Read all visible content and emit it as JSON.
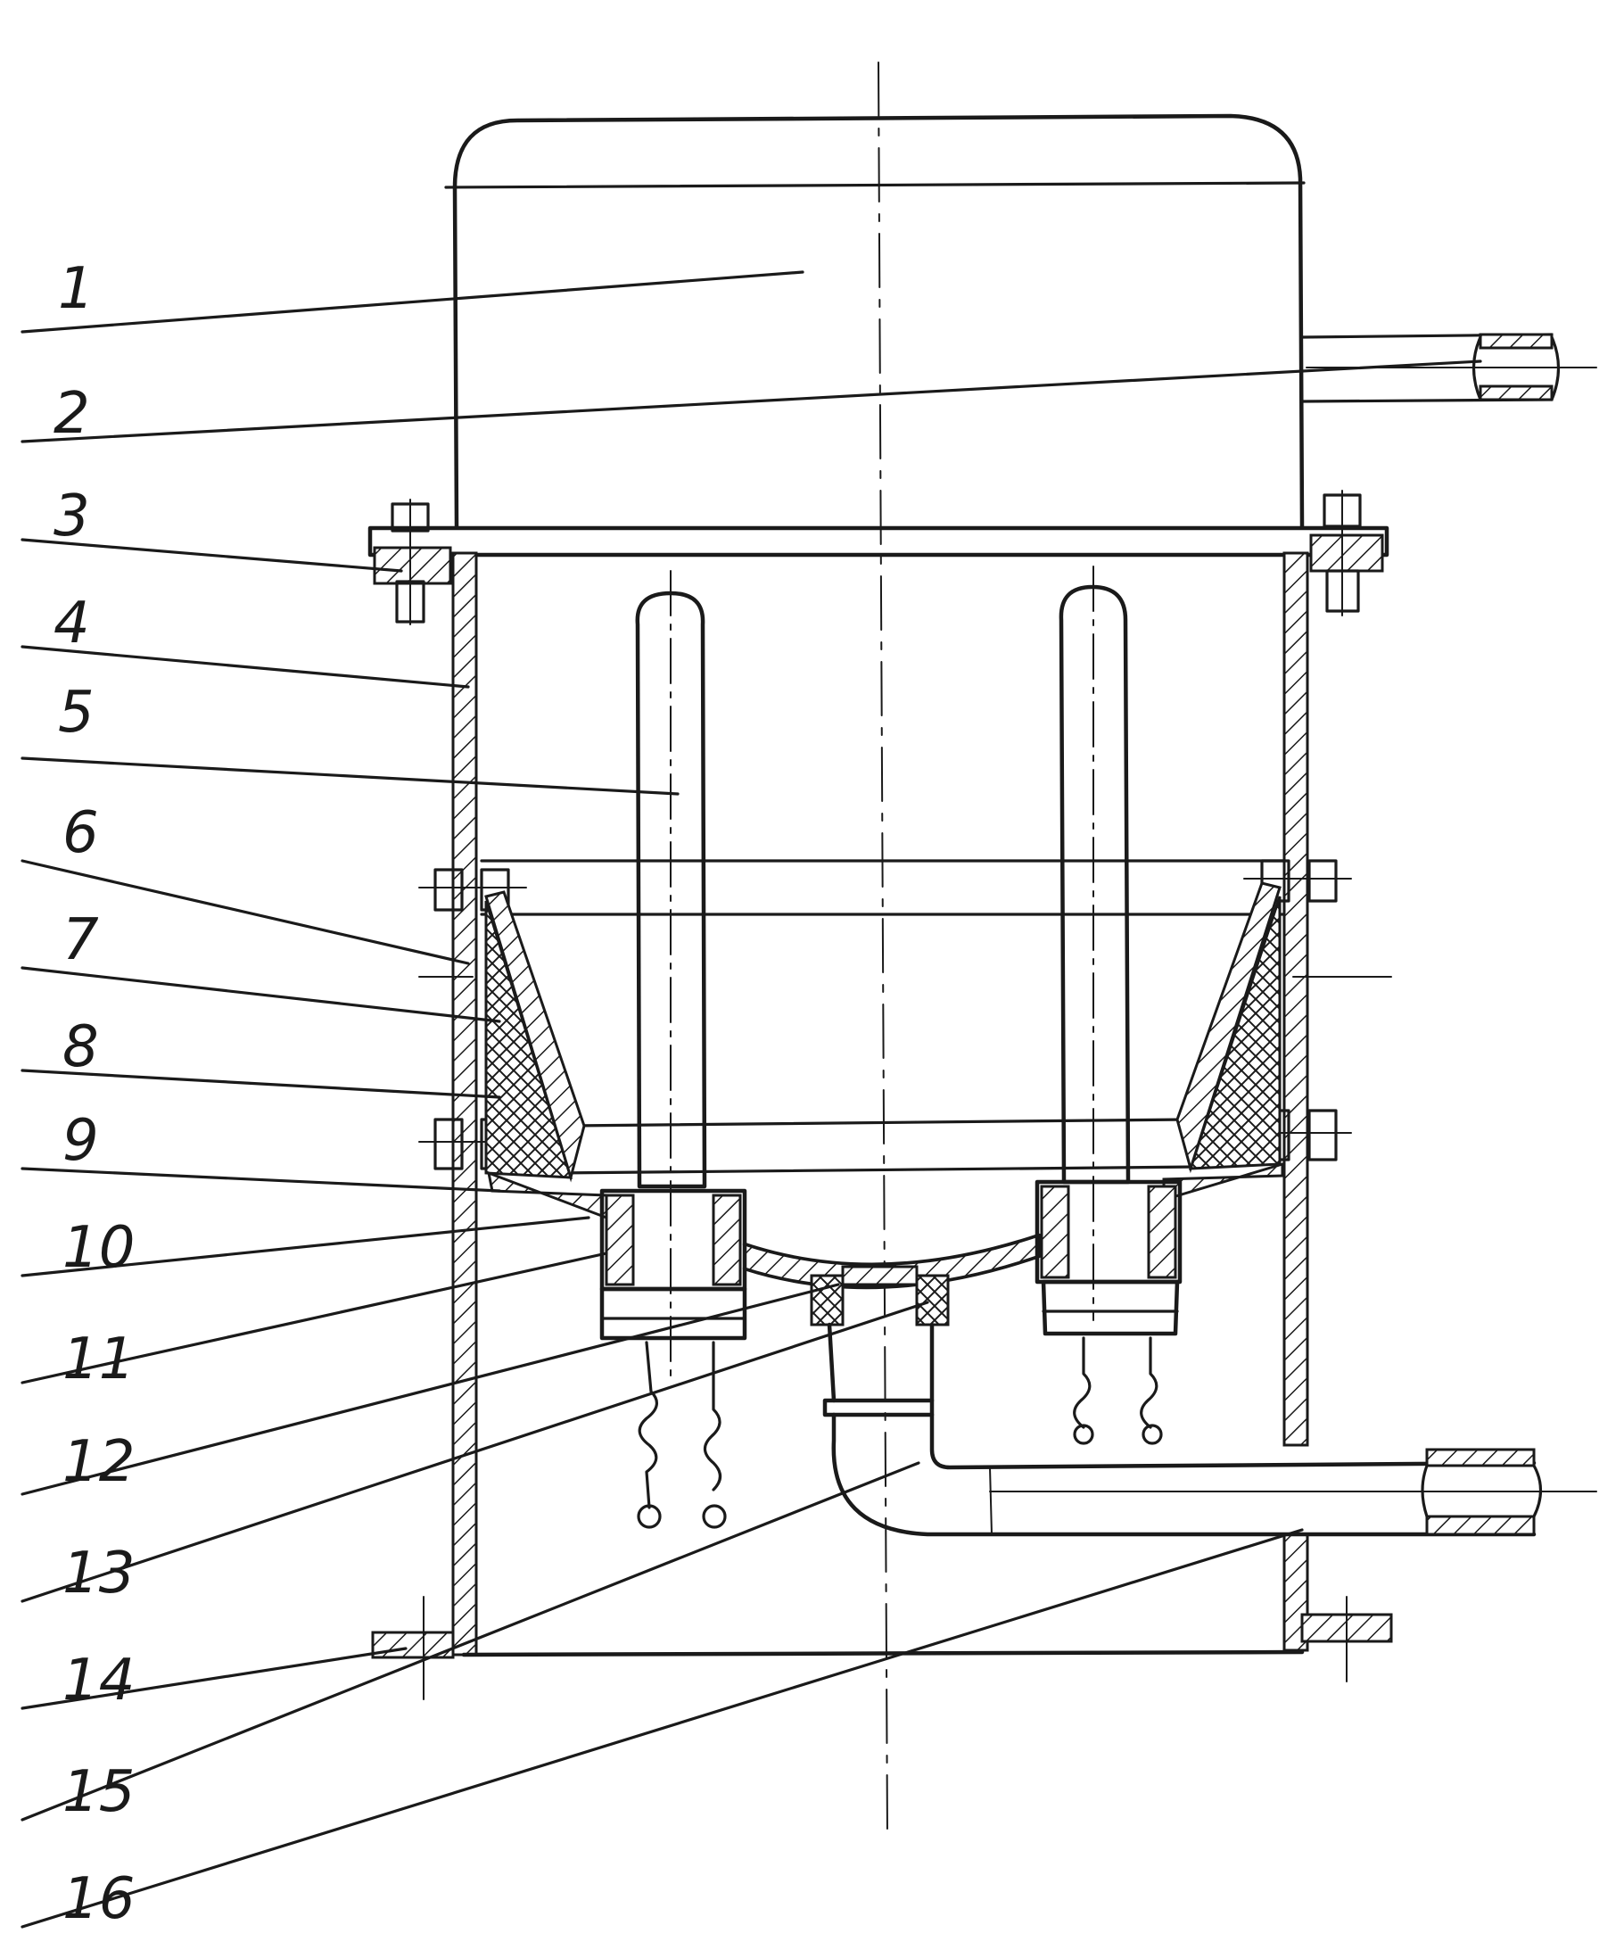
{
  "labels": [
    {
      "id": "1",
      "text": "1",
      "part": "motor"
    },
    {
      "id": "2",
      "text": "2",
      "part": "inlet-pipe"
    },
    {
      "id": "3",
      "text": "3",
      "part": "flange-bolt"
    },
    {
      "id": "4",
      "text": "4",
      "part": "outer-shell"
    },
    {
      "id": "5",
      "text": "5",
      "part": "heater-tube"
    },
    {
      "id": "6",
      "text": "6",
      "part": "bracket-bolt"
    },
    {
      "id": "7",
      "text": "7",
      "part": "cone-wall"
    },
    {
      "id": "8",
      "text": "8",
      "part": "insulation"
    },
    {
      "id": "9",
      "text": "9",
      "part": "lower-bolt"
    },
    {
      "id": "10",
      "text": "10",
      "part": "dish-plate"
    },
    {
      "id": "11",
      "text": "11",
      "part": "tube-seat"
    },
    {
      "id": "12",
      "text": "12",
      "part": "seat-base"
    },
    {
      "id": "13",
      "text": "13",
      "part": "drain-seal"
    },
    {
      "id": "14",
      "text": "14",
      "part": "base-flange"
    },
    {
      "id": "15",
      "text": "15",
      "part": "outlet-elbow"
    },
    {
      "id": "16",
      "text": "16",
      "part": "outlet-pipe"
    }
  ]
}
